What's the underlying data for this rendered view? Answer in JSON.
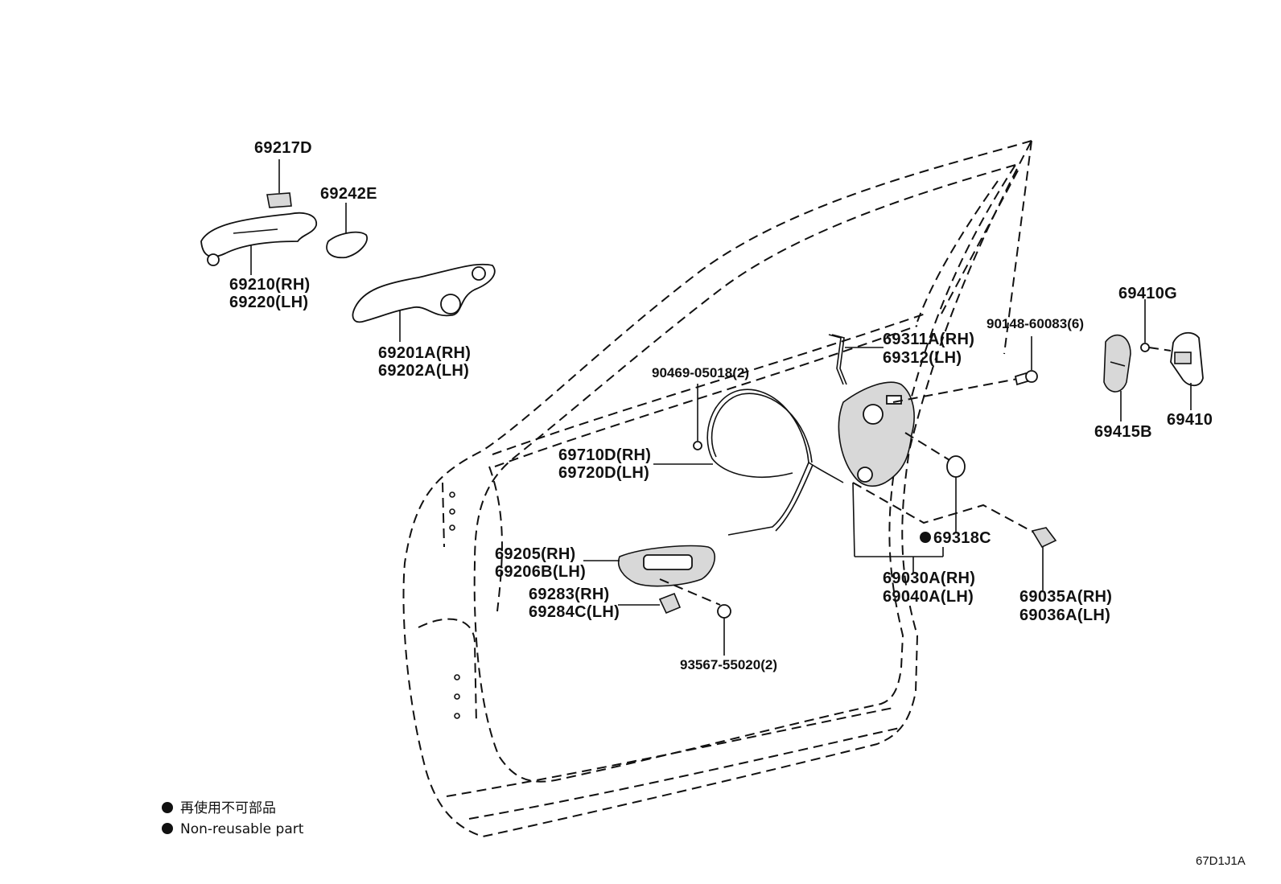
{
  "diagram": {
    "callouts": {
      "p69217": "69217D",
      "p69242": "69242E",
      "p69210": "69210(RH)",
      "p69220": "69220(LH)",
      "p69201": "69201A(RH)",
      "p69202": "69202A(LH)",
      "p69311": "69311A(RH)",
      "p69312": "69312(LH)",
      "p90148": "90148-60083(6)",
      "p90469": "90469-05018(2)",
      "p69710": "69710D(RH)",
      "p69720": "69720D(LH)",
      "p69205": "69205(RH)",
      "p69206": "69206B(LH)",
      "p69283": "69283(RH)",
      "p69284": "69284C(LH)",
      "p93567": "93567-55020(2)",
      "p69318": "69318C",
      "p69030": "69030A(RH)",
      "p69040": "69040A(LH)",
      "p69035": "69035A(RH)",
      "p69036": "69036A(LH)",
      "p69410g": "69410G",
      "p69415": "69415B",
      "p69410": "69410"
    },
    "legend": {
      "line1": "再使用不可部品",
      "line2": "Non-reusable part",
      "marker_color": "#111111"
    },
    "figure_code": "67D1J1A"
  }
}
